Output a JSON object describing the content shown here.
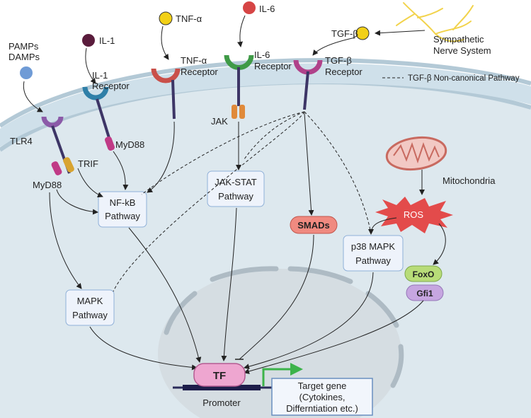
{
  "ligands": {
    "pamps": "PAMPs",
    "damps": "DAMPs",
    "il1": "IL-1",
    "tnfa": "TNF-α",
    "il6": "IL-6",
    "tgfb": "TGF-β",
    "sympathetic_line1": "Sympathetic",
    "sympathetic_line2": "Nerve System"
  },
  "receptors": {
    "il1_line1": "IL-1",
    "il1_line2": "Receptor",
    "tnfa_line1": "TNF-α",
    "tnfa_line2": "Receptor",
    "il6_line1": "IL-6",
    "il6_line2": "Receptor",
    "tgfb_line1": "TGF-β",
    "tgfb_line2": "Receptor",
    "tlr4": "TLR4"
  },
  "adaptors": {
    "trif": "TRIF",
    "myd88_left": "MyD88",
    "myd88_il1": "MyD88",
    "jak": "JAK"
  },
  "legend": {
    "noncanonical": "TGF-β Non-canonical Pathway"
  },
  "pathways": {
    "nfkb_line1": "NF-kB",
    "nfkb_line2": "Pathway",
    "jakstat_line1": "JAK-STAT",
    "jakstat_line2": "Pathway",
    "mapk_line1": "MAPK",
    "mapk_line2": "Pathway",
    "p38_line1": "p38 MAPK",
    "p38_line2": "Pathway",
    "smads": "SMADs",
    "ros": "ROS",
    "mitochondria": "Mitochondria",
    "foxo": "FoxO",
    "gfi1": "Gfi1"
  },
  "nucleus": {
    "tf": "TF",
    "promoter": "Promoter",
    "target_line1": "Target gene",
    "target_line2": "(Cytokines,",
    "target_line3": "Differntiation etc.)"
  },
  "colors": {
    "cell_fill": "#dde8ee",
    "membrane": "#b3c9d6",
    "tlr4": "#8b5aa8",
    "il1r": "#2f7fa8",
    "tnfr": "#c9504a",
    "il6r": "#3f9a47",
    "tgfbr": "#b0428a",
    "stalk": "#3d3566",
    "myd88": "#c03a86",
    "trif": "#d8a431",
    "jak": "#e08a3a",
    "ros": "#e34b4b",
    "smads": "#f08a80",
    "foxo": "#b8dc78",
    "gfi1": "#c6a6e0",
    "tf": "#eea6d0",
    "gene_arrow": "#3cb34a"
  }
}
